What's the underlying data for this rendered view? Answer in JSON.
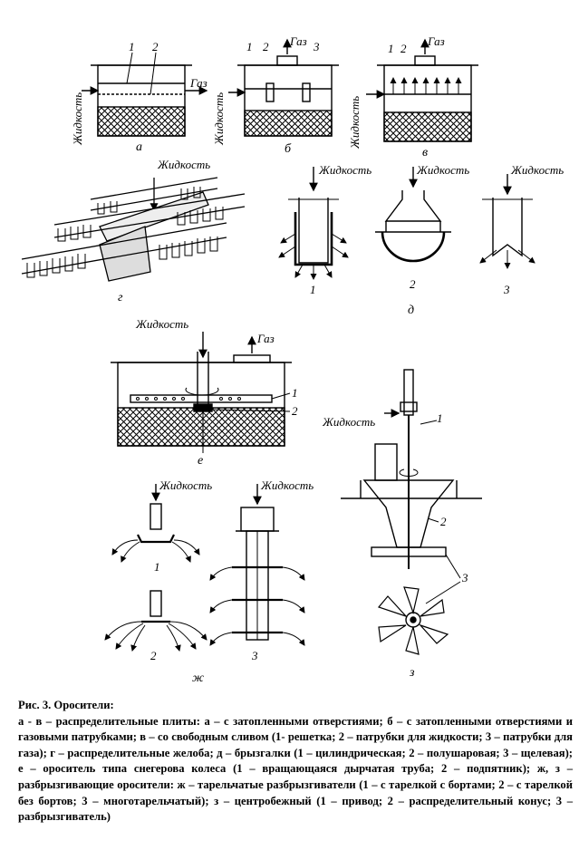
{
  "labels": {
    "liquid": "Жидкость",
    "gas": "Газ",
    "n1": "1",
    "n2": "2",
    "n3": "3"
  },
  "subfigures": {
    "a": "а",
    "b": "б",
    "v": "в",
    "g": "г",
    "d": "д",
    "e": "е",
    "zh": "ж",
    "z": "з"
  },
  "caption": {
    "title": "Рис. 3. Оросители:",
    "body": "а - в – распределительные плиты: а – с затопленными отверстиями; б – с затопленными отверстиями и газовыми патрубками; в – со свободным сливом (1- решетка; 2 – патрубки для жидкости; 3 – патрубки для газа); г – распределительные желоба; д – брызгалки (1 – цилиндрическая; 2 – полушаровая; 3 – щелевая); е – ороситель типа снегерова колеса (1 – вращающаяся дырчатая труба; 2 – подпятник); ж, з – разбрызгивающие оросители: ж – тарельчатые разбрызгиватели (1 – с тарелкой с бортами; 2 – с тарелкой без бортов; 3 – многотарельчатый); з – центробежный (1 – привод; 2 – распределительный конус; 3 – разбрызгиватель)"
  }
}
